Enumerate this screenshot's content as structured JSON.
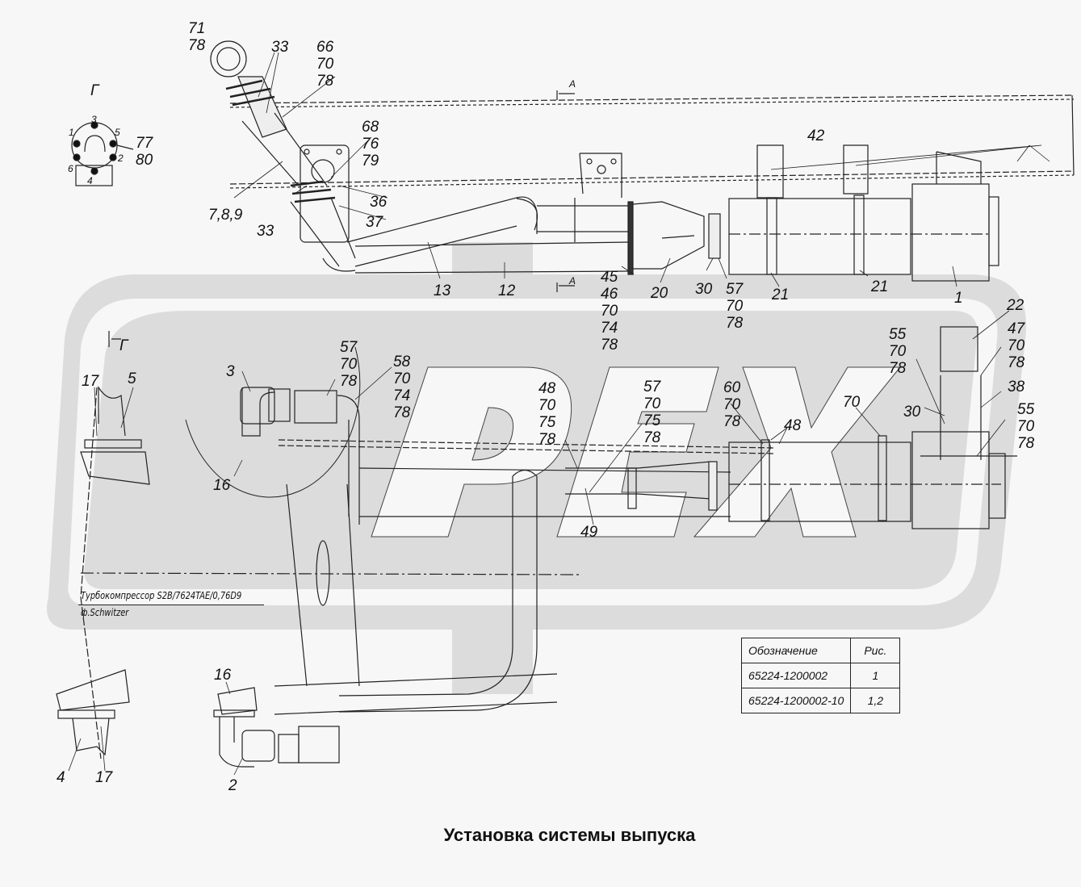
{
  "title": "Установка системы выпуска",
  "watermark": {
    "text": "PEX",
    "color": "#dcdcdc"
  },
  "view_markers": {
    "view_g_top": "Г",
    "view_g_side": "Г",
    "section_a_top": "А",
    "section_a_bottom": "А"
  },
  "turbo_note": {
    "line1": "Турбокомпрессор S2B/7624TAE/0,76D9",
    "line2": "ф.Schwitzer"
  },
  "flange_detail": {
    "bolt_numbers": [
      "1",
      "2",
      "3",
      "4",
      "5",
      "6"
    ],
    "label": "77\n80"
  },
  "callouts": {
    "c71_78": "71\n78",
    "c33_top": "33",
    "c66_70_78": "66\n70\n78",
    "c68_76_79": "68\n76\n79",
    "c36": "36",
    "c37": "37",
    "c7_8_9": "7,8,9",
    "c33_bottom": "33",
    "c13": "13",
    "c12": "12",
    "c45_46_70_74_78": "45\n46\n70\n74\n78",
    "c20": "20",
    "c30_top": "30",
    "c57_70_78_top": "57\n70\n78",
    "c21_left": "21",
    "c21_right": "21",
    "c42": "42",
    "c1": "1",
    "c22": "22",
    "c47_70_78": "47\n70\n78",
    "c55_70_78_left": "55\n70\n78",
    "c38": "38",
    "c30_bottom": "30",
    "c55_70_78_right": "55\n70\n78",
    "c70": "70",
    "c60_70_78": "60\n70\n78",
    "c48_right": "48",
    "c57_70_75_78": "57\n70\n75\n78",
    "c48_70_75_78": "48\n70\n75\n78",
    "c49": "49",
    "c57_70_78_mid": "57\n70\n78",
    "c58_70_74_78": "58\n70\n74\n78",
    "c3": "3",
    "c16_top": "16",
    "c17_top": "17",
    "c5": "5",
    "c16_bottom": "16",
    "c2": "2",
    "c4": "4",
    "c17_bottom": "17"
  },
  "spec_table": {
    "headers": [
      "Обозначение",
      "Рис."
    ],
    "rows": [
      [
        "65224-1200002",
        "1"
      ],
      [
        "65224-1200002-10",
        "1,2"
      ]
    ]
  }
}
